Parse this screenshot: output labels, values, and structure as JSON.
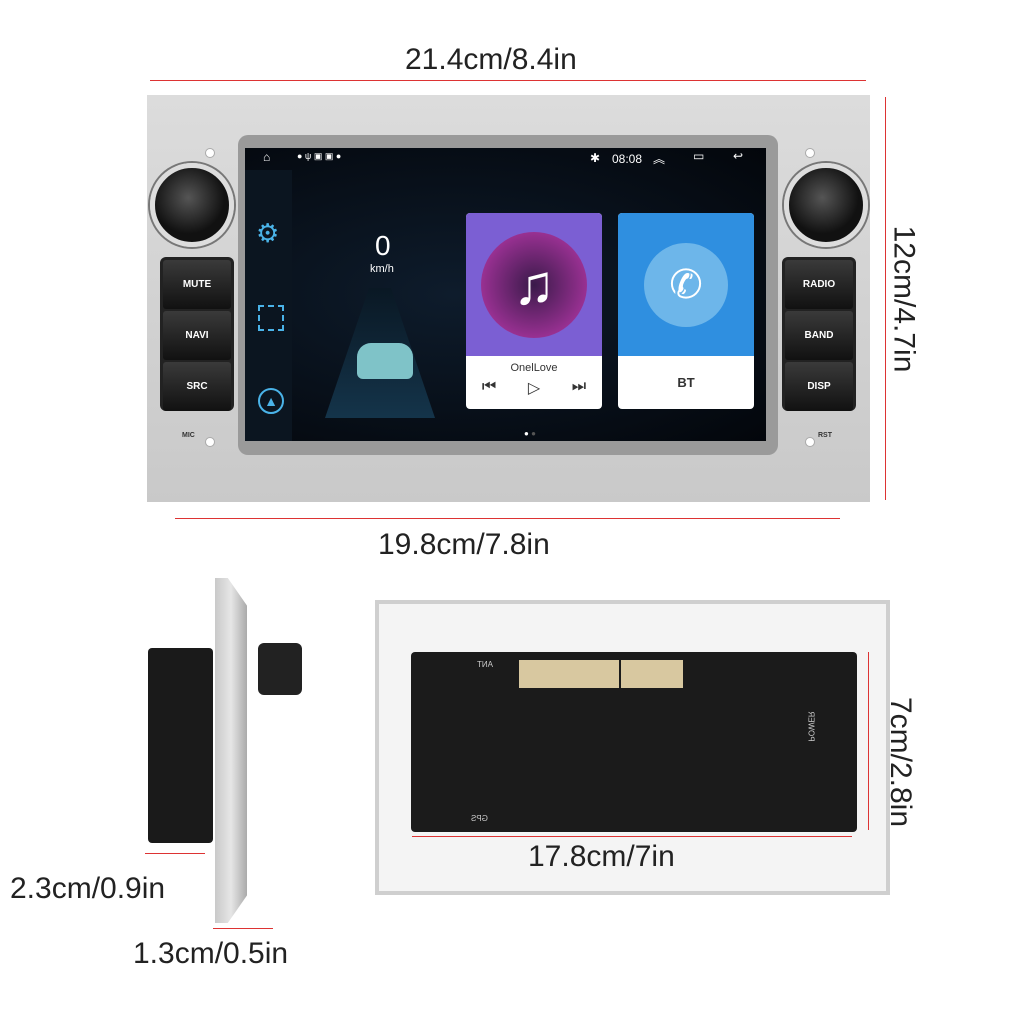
{
  "dimensions": {
    "front_width": "21.4cm/8.4in",
    "front_height": "12cm/4.7in",
    "chassis_width": "19.8cm/7.8in",
    "side_depth": "2.3cm/0.9in",
    "side_panel": "1.3cm/0.5in",
    "back_height": "7cm/2.8in",
    "back_width": "17.8cm/7in"
  },
  "colors": {
    "dimension_line": "#d33333",
    "panel": "#d2d2d2",
    "music_card": "#7b5fd3",
    "bt_card": "#2f8fe0"
  },
  "left_buttons": [
    "MUTE",
    "NAVI",
    "SRC"
  ],
  "right_buttons": [
    "RADIO",
    "BAND",
    "DISP"
  ],
  "mic_label": "MIC",
  "rst_label": "RST",
  "screen": {
    "time": "08:08",
    "speed": "0",
    "speed_unit": "km/h",
    "music_title": "OnelLove",
    "bt_label": "BT",
    "page": 1,
    "pages": 2
  },
  "back_labels": {
    "ant": "ANT",
    "gps": "GPS",
    "power": "POWER"
  }
}
